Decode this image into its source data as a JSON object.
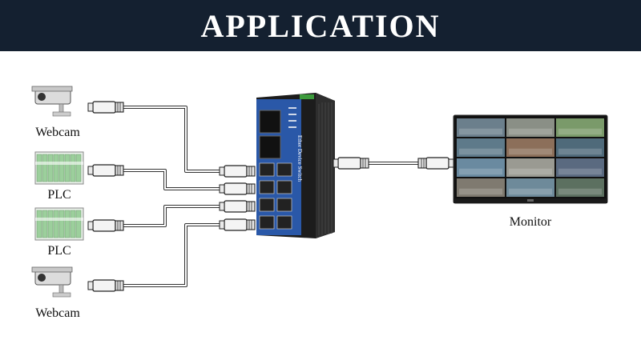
{
  "header": {
    "title": "APPLICATION",
    "background": "#142030"
  },
  "devices": {
    "webcam_top": "Webcam",
    "plc_top": "PLC",
    "plc_bottom": "PLC",
    "webcam_bottom": "Webcam",
    "monitor": "Monitor"
  },
  "switch": {
    "label": "Ether Device Switch",
    "color": "#2a58a8"
  },
  "monitor_tiles": [
    "#6b7f8c",
    "#8a8f86",
    "#7a9a6a",
    "#5e7a8a",
    "#8c6f5a",
    "#4f6a7a",
    "#6a8aa0",
    "#9a9a92",
    "#5a6a80",
    "#7f7a70",
    "#6e8a9a",
    "#5c7060"
  ]
}
